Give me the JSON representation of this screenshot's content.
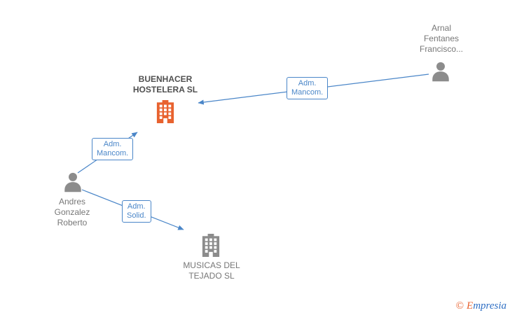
{
  "diagram": {
    "nodes": {
      "arnal": {
        "type": "person",
        "label": "Arnal\nFentanes\nFrancisco..."
      },
      "buenhacer": {
        "type": "company",
        "label": "BUENHACER\nHOSTELERA SL"
      },
      "andres": {
        "type": "person",
        "label": "Andres\nGonzalez\nRoberto"
      },
      "musicas": {
        "type": "company",
        "label": "MUSICAS DEL\nTEJADO SL"
      }
    },
    "edges": [
      {
        "from": "Arnal Fentanes Francisco...",
        "to": "BUENHACER HOSTELERA SL",
        "label": "Adm.\nMancom."
      },
      {
        "from": "Andres Gonzalez Roberto",
        "to": "BUENHACER HOSTELERA SL",
        "label": "Adm.\nMancom."
      },
      {
        "from": "Andres Gonzalez Roberto",
        "to": "MUSICAS DEL TEJADO SL",
        "label": "Adm.\nSolid."
      }
    ],
    "colors": {
      "edge_blue": "#4a86c8",
      "highlight_company": "#e8622f",
      "icon_gray": "#8c8c8c",
      "label_gray": "#777777",
      "label_dark": "#4f4f4f"
    }
  },
  "footer": {
    "copyright_symbol": "©",
    "brand_initial": "E",
    "brand_rest": "mpresia"
  }
}
